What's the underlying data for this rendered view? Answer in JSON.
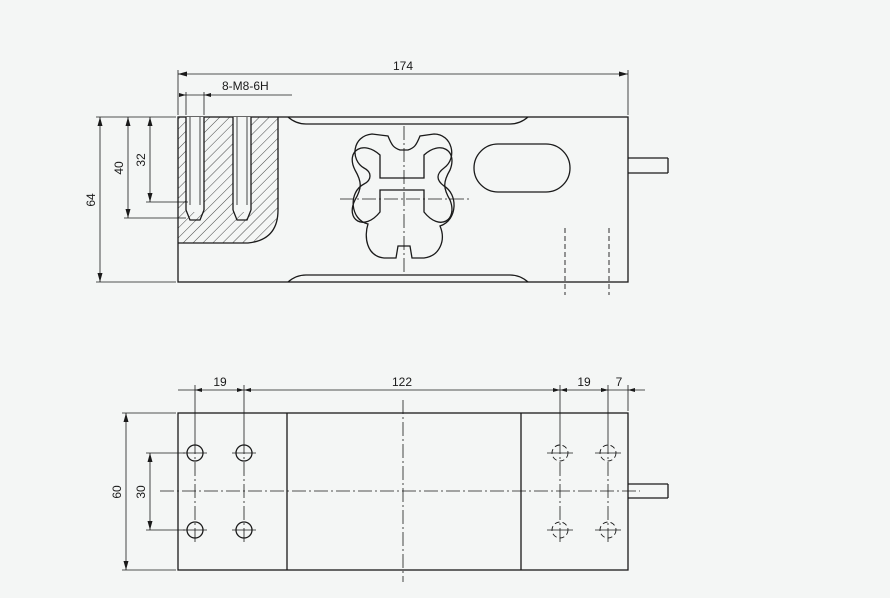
{
  "dimensions": {
    "overall_length": "174",
    "thread": "8-M8-6H",
    "height": "64",
    "depth_40": "40",
    "depth_32": "32",
    "edge_19_left": "19",
    "span_122": "122",
    "edge_19_right": "19",
    "offset_7": "7",
    "width": "60",
    "hole_spacing": "30"
  },
  "colors": {
    "line": "#1a1a1a",
    "background": "#f4f6f5"
  }
}
